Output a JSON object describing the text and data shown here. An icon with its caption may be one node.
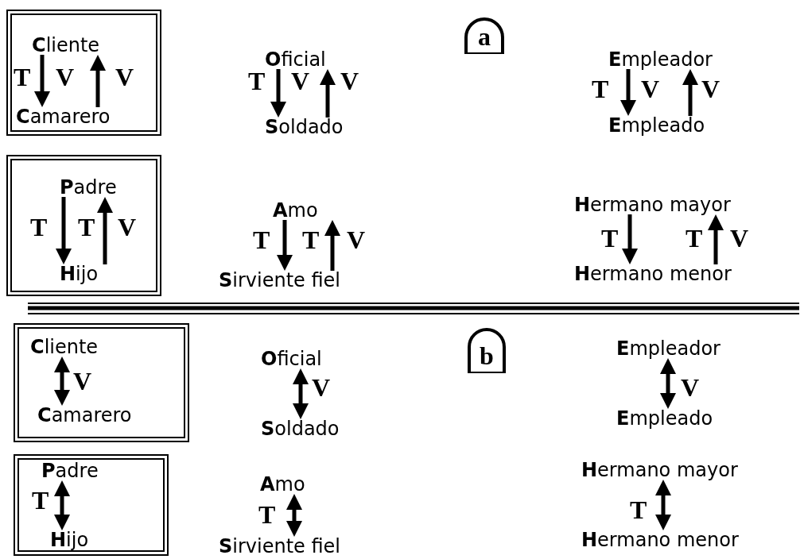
{
  "diagram": {
    "nodes": [
      {
        "text": [],
        "shape": "box"
      },
      {
        "text": [
          "**C**liente"
        ],
        "in": 0
      },
      {
        "text": [
          "**C**amarero"
        ],
        "in": 0
      },
      {
        "text": [
          "**O**ficial"
        ]
      },
      {
        "text": [
          "**S**oldado"
        ]
      },
      {
        "text": [
          "a"
        ]
      },
      {
        "text": [
          "**E**mpleador"
        ]
      },
      {
        "text": [
          "**E**mpleado"
        ]
      },
      {
        "text": [],
        "shape": "box"
      },
      {
        "text": [
          "**P**adre"
        ],
        "in": 8
      },
      {
        "text": [
          "**H**ijo"
        ],
        "in": 8
      },
      {
        "text": [
          "**A**mo"
        ]
      },
      {
        "text": [
          "**S**irviente fiel"
        ]
      },
      {
        "text": [
          "**H**ermano mayor"
        ]
      },
      {
        "text": [
          "**H**ermano menor"
        ]
      },
      {
        "text": [],
        "shape": "box"
      },
      {
        "text": [
          "**C**liente"
        ],
        "in": 15
      },
      {
        "text": [
          "**C**amarero"
        ],
        "in": 15
      },
      {
        "text": [
          "**O**ficial"
        ]
      },
      {
        "text": [
          "**S**oldado"
        ]
      },
      {
        "text": [
          "b"
        ]
      },
      {
        "text": [
          "**E**mpleador"
        ]
      },
      {
        "text": [
          "**E**mpleado"
        ]
      },
      {
        "text": [],
        "shape": "box"
      },
      {
        "text": [
          "**P**adre"
        ],
        "in": 23
      },
      {
        "text": [
          "**H**ijo"
        ],
        "in": 23
      },
      {
        "text": [
          "**A**mo"
        ]
      },
      {
        "text": [
          "**S**irviente fiel"
        ]
      },
      {
        "text": [
          "**H**ermano mayor"
        ]
      },
      {
        "text": [
          "**H**ermano menor"
        ]
      }
    ],
    "edges": [
      {
        "from": 1,
        "to": 2,
        "arrow": "to"
      },
      {
        "from": 2,
        "to": 1,
        "arrow": "to"
      },
      {
        "from": 3,
        "to": 4,
        "arrow": "to"
      },
      {
        "from": 4,
        "to": 3,
        "arrow": "to"
      },
      {
        "from": 6,
        "to": 7,
        "arrow": "to"
      },
      {
        "from": 7,
        "to": 6,
        "arrow": "to"
      },
      {
        "from": 9,
        "to": 10,
        "arrow": "to"
      },
      {
        "from": 10,
        "to": 9,
        "arrow": "to"
      },
      {
        "from": 11,
        "to": 12,
        "arrow": "to"
      },
      {
        "from": 12,
        "to": 11,
        "arrow": "to"
      },
      {
        "from": 13,
        "to": 14,
        "arrow": "to"
      },
      {
        "from": 14,
        "to": 13,
        "arrow": "to"
      },
      {
        "from": 16,
        "to": 17,
        "arrow": "both"
      },
      {
        "from": 18,
        "to": 19,
        "arrow": "both"
      },
      {
        "from": 21,
        "to": 22,
        "arrow": "both"
      },
      {
        "from": 24,
        "to": 25,
        "arrow": "both"
      },
      {
        "from": 26,
        "to": 27,
        "arrow": "both"
      },
      {
        "from": 28,
        "to": 29,
        "arrow": "both"
      }
    ],
    "labels": [
      "T",
      "V",
      "V",
      "T",
      "V",
      "V",
      "T",
      "V",
      "V",
      "T",
      "T",
      "V",
      "T",
      "T",
      "V",
      "T",
      "T",
      "V",
      "V",
      "V",
      "V",
      "T",
      "T",
      "T"
    ]
  }
}
